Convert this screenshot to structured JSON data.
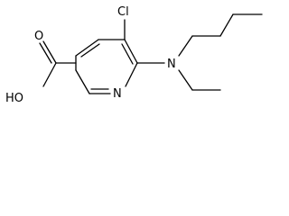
{
  "molecule": {
    "atoms": {
      "chlorine": "Cl",
      "nitrogen_ring": "N",
      "nitrogen_amine": "N",
      "hydroxyl": "HO",
      "carbonyl_oxygen": "O"
    },
    "colors": {
      "bond": "#000000",
      "label": "#000000",
      "background": "#ffffff"
    }
  }
}
